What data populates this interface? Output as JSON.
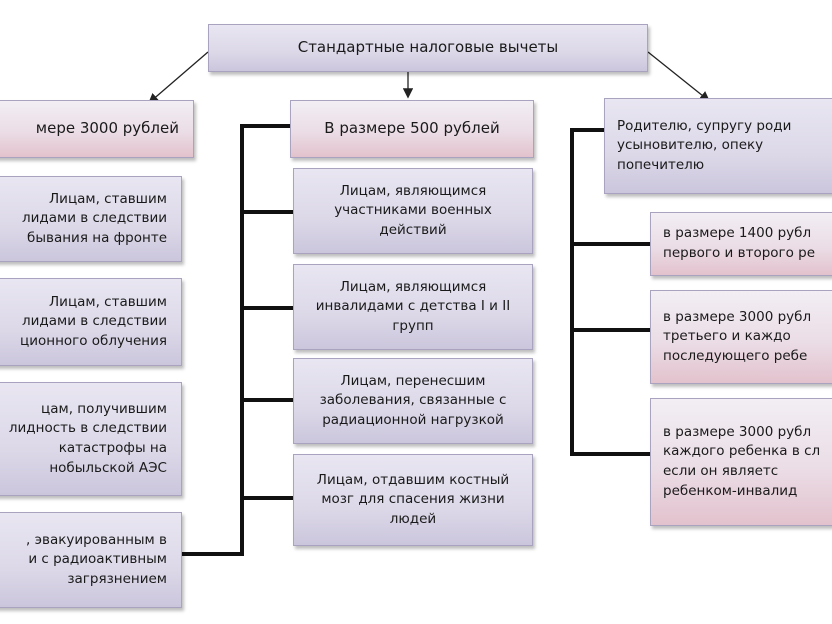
{
  "root": {
    "title": "Стандартные налоговые вычеты"
  },
  "left": {
    "header": "мере 3000 рублей",
    "items": [
      "Лицам, ставшим\nлидами в следствии\nбывания на фронте",
      "Лицам, ставшим\nлидами в следствии\nционного облучения",
      "цам, получившим\nлидность в следствии\nкатастрофы на\nнобыльской АЭС",
      ", эвакуированным в\nи с радиоактивным\nзагрязнением"
    ]
  },
  "middle": {
    "header": "В размере 500 рублей",
    "items": [
      "Лицам, являющимся\nучастниками военных\nдействий",
      "Лицам, являющимся\nинвалидами с детства I и II\nгрупп",
      "Лицам, перенесшим\nзаболевания, связанные с\nрадиационной нагрузкой",
      "Лицам, отдавшим костный\nмозг для спасения жизни\nлюдей"
    ]
  },
  "right": {
    "header": "Родителю, супругу роди\nусыновителю, опеку\nпопечителю",
    "items": [
      "в размере 1400 рубл\nпервого и второго ре",
      "в размере 3000 рубл\nтретьего и каждо\nпоследующего ребе",
      "в размере 3000 рубл\nкаждого ребенка в сл\nесли он являетс\nребенком-инвалид"
    ]
  }
}
